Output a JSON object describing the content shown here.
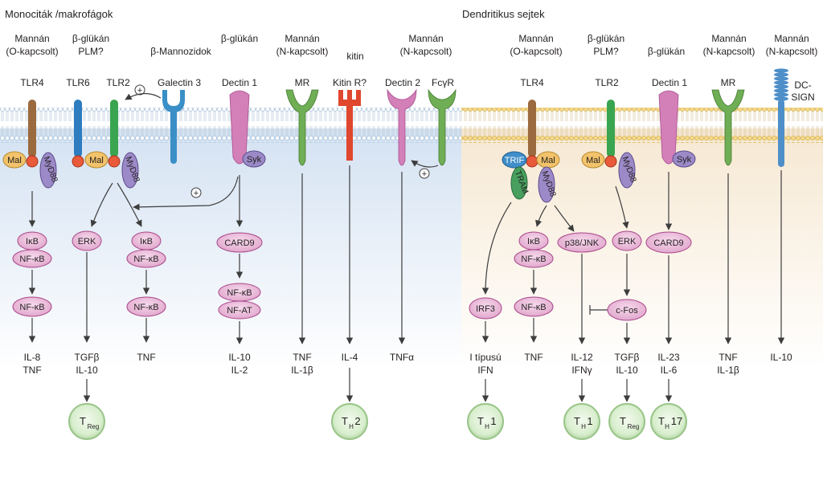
{
  "sections": {
    "left": "Monociták /makrofágok",
    "right": "Dendritikus sejtek"
  },
  "ligands": {
    "l1": [
      "Mannán",
      "(O-kapcsolt)"
    ],
    "l2": [
      "β-glükán",
      "PLM?"
    ],
    "l3": [
      "β-Mannozidok"
    ],
    "l4": [
      "β-glükán"
    ],
    "l5": [
      "Mannán",
      "(N-kapcsolt)"
    ],
    "l6": [
      "kitin"
    ],
    "l7": [
      "Mannán",
      "(N-kapcsolt)"
    ],
    "r1": [
      "Mannán",
      "(O-kapcsolt)"
    ],
    "r2": [
      "β-glükán",
      "PLM?"
    ],
    "r3": [
      "β-glükán"
    ],
    "r4": [
      "Mannán",
      "(N-kapcsolt)"
    ],
    "r5": [
      "Mannán",
      "(N-kapcsolt)"
    ]
  },
  "receptors": {
    "tlr4": "TLR4",
    "tlr6": "TLR6",
    "tlr2": "TLR2",
    "galectin3": "Galectin 3",
    "dectin1": "Dectin 1",
    "mr": "MR",
    "kitinr": "Kitin R?",
    "dectin2": "Dectin 2",
    "fcgr": "FcγR",
    "r_tlr4": "TLR4",
    "r_tlr2": "TLR2",
    "r_dectin1": "Dectin 1",
    "r_mr": "MR",
    "r_dcsign": [
      "DC-",
      "SIGN"
    ]
  },
  "adaptors": {
    "mal": "Mal",
    "myd88": "MyD88",
    "syk": "Syk",
    "trif": "TRIF",
    "tram": "TRAM"
  },
  "nodes": {
    "ikb": "IκB",
    "nfkb": "NF-κB",
    "erk": "ERK",
    "card9": "CARD9",
    "nfat": "NF-AT",
    "irf3": "IRF3",
    "p38jnk": "p38/JNK",
    "cfos": "c-Fos"
  },
  "outputs": {
    "o1": [
      "IL-8",
      "TNF"
    ],
    "o2": [
      "TGFβ",
      "IL-10"
    ],
    "o3": [
      "TNF"
    ],
    "o4": [
      "IL-10",
      "IL-2"
    ],
    "o5": [
      "TNF",
      "IL-1β"
    ],
    "o6": [
      "IL-4"
    ],
    "o7": [
      "TNFα"
    ],
    "r1": [
      "I típusú",
      "IFN"
    ],
    "r2": [
      "TNF"
    ],
    "r3": [
      "IL-12",
      "IFNγ"
    ],
    "r4": [
      "TGFβ",
      "IL-10"
    ],
    "r5": [
      "IL-23",
      "IL-6"
    ],
    "r6": [
      "TNF",
      "IL-1β"
    ],
    "r7": [
      "IL-10"
    ]
  },
  "cells": {
    "t": "T",
    "reg": "Reg",
    "h": "H",
    "two": "2",
    "one": "1",
    "seventeen": "17"
  },
  "symbols": {
    "plus": "+"
  },
  "colors": {
    "membrane_head": "#f2e08a",
    "membrane_tail": "#c9c9c9",
    "left_cyto": "#d6e4f3",
    "right_cyto": "#f7ead6",
    "arrow": "#3d3d3d",
    "node_fill": "#e8b6d6",
    "node_stroke": "#a8478a",
    "tcell": "#cfe8c4",
    "tlr4": "#9b6a3f",
    "tlr_green": "#3aa550",
    "tlr6": "#2c7cbf",
    "dectin": "#d37fb8",
    "mr": "#6fae54",
    "kitin": "#e0472f",
    "myd88": "#9b8ac7",
    "mal": "#f2c36b",
    "trif": "#3f8ec9",
    "tram": "#47a05e",
    "dcsign": "#4e8fc9"
  }
}
